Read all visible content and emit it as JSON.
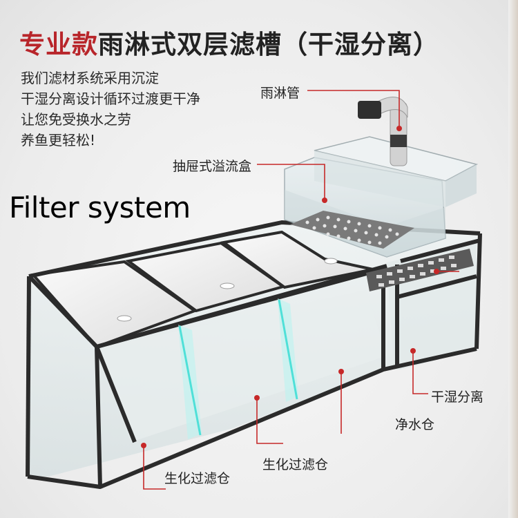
{
  "title": {
    "accent": "专业款",
    "main": "雨淋式双层滤槽（干湿分离）"
  },
  "intro_lines": [
    "我们滤材系统采用沉淀",
    "干湿分离设计循环过渡更干净",
    "让您免受换水之劳",
    "养鱼更轻松!"
  ],
  "overlay_caption": "Filter system",
  "callouts": {
    "rain_pipe": "雨淋管",
    "drawer_overflow_box": "抽屉式溢流盒",
    "dry_wet_separation": "干湿分离",
    "clean_water_chamber": "净水仓",
    "bio_filter_chamber_right": "生化过滤仓",
    "bio_filter_chamber_left": "生化过滤仓"
  },
  "colors": {
    "accent": "#b8252a",
    "frame": "#2b2b2b",
    "glass": "#dfe9ea",
    "divider_glow": "#4fe0d8",
    "callout_line": "#c62828"
  },
  "icons": [
    "rain-pipe-icon",
    "callout-dot-icon"
  ]
}
